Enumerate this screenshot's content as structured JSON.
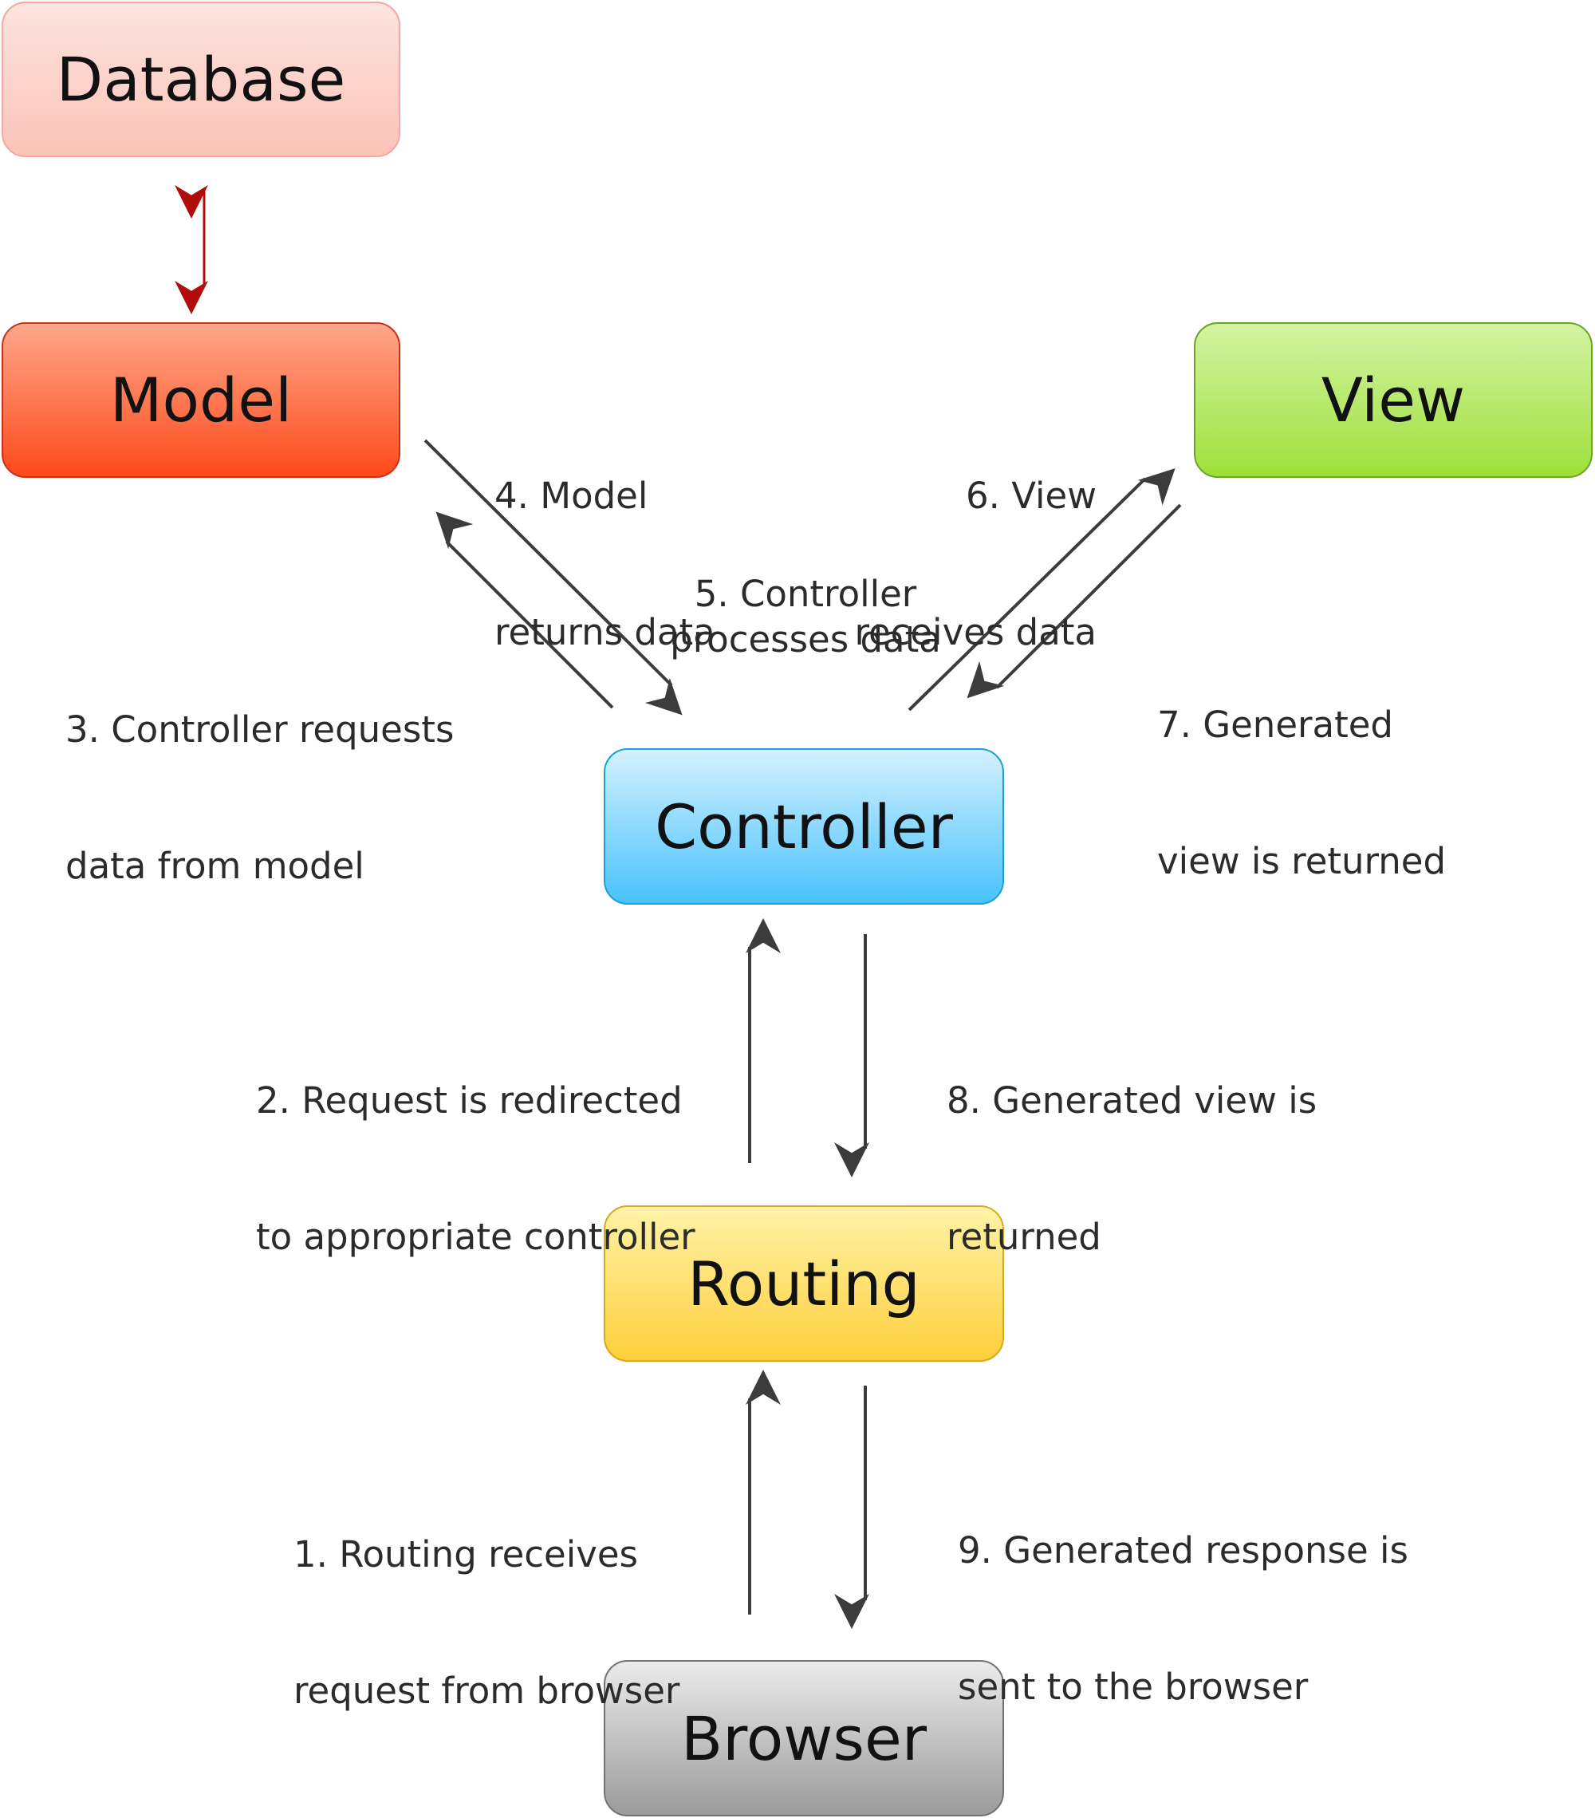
{
  "nodes": {
    "database": "Database",
    "model": "Model",
    "view": "View",
    "controller": "Controller",
    "routing": "Routing",
    "browser": "Browser"
  },
  "steps": {
    "s1": [
      "1. Routing receives",
      "request from browser"
    ],
    "s2": [
      "2. Request is redirected",
      "to appropriate controller"
    ],
    "s3": [
      "3. Controller requests",
      "data from model"
    ],
    "s4": [
      "4. Model",
      "returns data"
    ],
    "s5": "5. Controller processes data",
    "s6": [
      "6. View",
      "receives data"
    ],
    "s7": [
      "7. Generated",
      "view is returned"
    ],
    "s8": [
      "8. Generated view is",
      "returned"
    ],
    "s9": [
      "9. Generated response is",
      "sent to the browser"
    ]
  },
  "colors": {
    "arrow": "#3c3c3c",
    "db_arrow": "#b10c0c"
  }
}
